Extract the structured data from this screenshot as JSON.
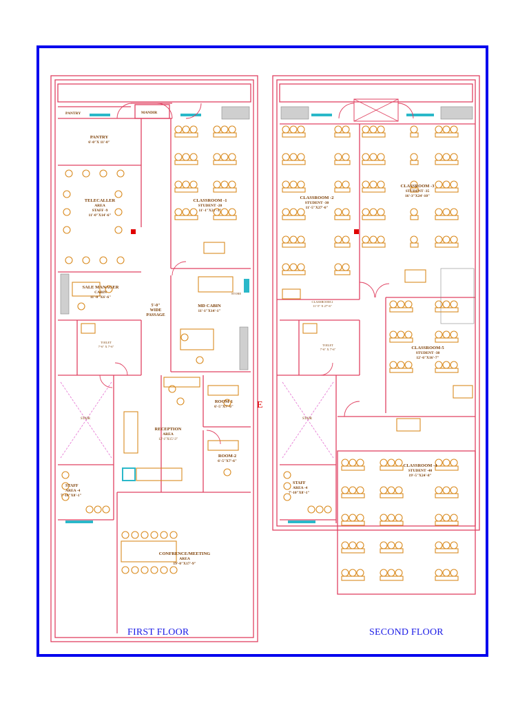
{
  "colors": {
    "frame": "#0000ee",
    "wall": "#e04060",
    "furniture": "#d98a1e",
    "text": "#7a3b00",
    "title": "#1a1ae6",
    "entry_marker": "#e00000",
    "window": "#2ab8c9"
  },
  "floors": [
    {
      "title": "FIRST FLOOR",
      "rooms": {
        "pantry_small": {
          "name": "PANTRY"
        },
        "mandir": {
          "name": "MANDIR"
        },
        "pantry": {
          "name": "PANTRY",
          "size": "6'-0\"X 11'-0\""
        },
        "telecaller": {
          "name": "TELECALLER",
          "line2": "AREA",
          "line3": "STAFF -9",
          "size": "11'-0\"X14'-6\""
        },
        "classroom1": {
          "name": "CLASSROOM -1",
          "line2": "STUDENT -20",
          "size": "11'-1\"X21'-1\""
        },
        "sale_manager": {
          "name": "SALE MANAGER",
          "line2": "CABIN",
          "size": "11'-0\"X6'-6\""
        },
        "passage": {
          "name": "5'-0\"",
          "line2": "WIDE",
          "line3": "PASSAGE"
        },
        "md_cabin": {
          "name": "MD CABIN",
          "size": "11'-1\"X14'-1\""
        },
        "store": {
          "name": "STORE"
        },
        "toilet": {
          "name": "TOILET",
          "size": "7'-6\" X 7'-6\""
        },
        "stair": {
          "name": "STAIR"
        },
        "reception": {
          "name": "RECEPTION",
          "line2": "AREA",
          "size": "12'-1\"X15'-3\""
        },
        "room1": {
          "name": "ROOM-1",
          "size": "6'-5\"X7'-6\""
        },
        "room2": {
          "name": "ROOM-2",
          "size": "6'-5\"X7'-6\""
        },
        "staff4": {
          "name": "STAFF",
          "line2": "AREA -4",
          "size": "7'-10\"X8'-1\""
        },
        "conference": {
          "name": "CONFRENCE/MEETING",
          "line2": "AREA",
          "size": "19'-0\"X17'-9\""
        }
      },
      "entry": "E"
    },
    {
      "title": "SECOND FLOOR",
      "rooms": {
        "classroom2": {
          "name": "CLASSROOM -2",
          "line2": "STUDENT -30",
          "size": "11'-5\"X27'-6\""
        },
        "classroom3": {
          "name": "CLASSROOM -3",
          "line2": "STUDENT -35",
          "size": "16'-3\"X24'-10\""
        },
        "classroom2_small": {
          "name": "CLASSROOM 2",
          "size": "11'-5\" X 27'-6\""
        },
        "toilet": {
          "name": "TOILET",
          "size": "7'-6\" X 7'-6\""
        },
        "classroom5": {
          "name": "CLASSROOM-5",
          "line2": "STUDENT -38",
          "size": "12'-6\"X16'-7\""
        },
        "stair": {
          "name": "STAIR"
        },
        "classroom4": {
          "name": "CLASSROOM -4",
          "line2": "STUDENT -40",
          "size": "19'-5\"X24'-8\""
        },
        "staff4": {
          "name": "STAFF",
          "line2": "AREA -4",
          "size": "7'-10\"X8'-1\""
        }
      }
    }
  ]
}
